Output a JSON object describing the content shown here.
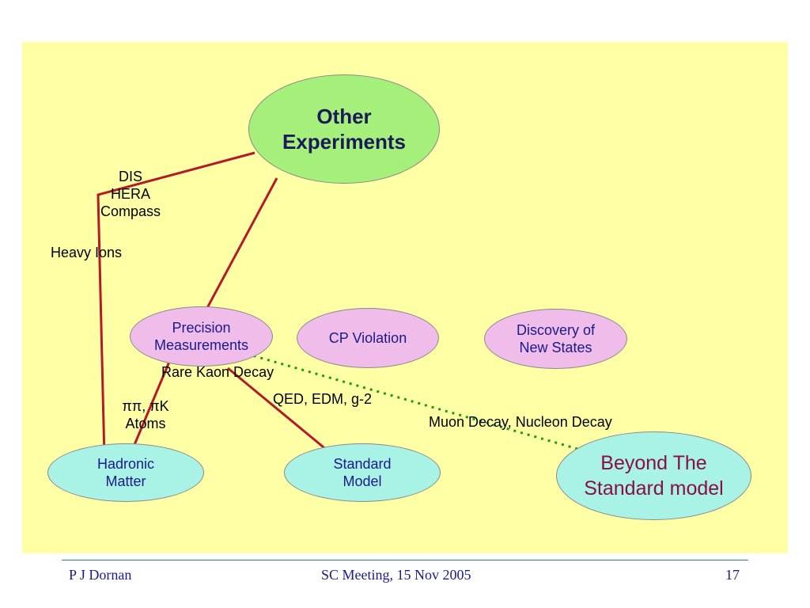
{
  "nodes": {
    "other_experiments": "Other\nExperiments",
    "precision": "Precision\nMeasurements",
    "cp_violation": "CP Violation",
    "discovery": "Discovery of\nNew States",
    "hadronic": "Hadronic\nMatter",
    "standard_model": "Standard\nModel",
    "beyond": "Beyond The\nStandard model"
  },
  "edge_labels": {
    "dis": "DIS\nHERA\nCompass",
    "heavy_ions": "Heavy Ions",
    "rare_kaon": "Rare Kaon Decay",
    "pipi": "ππ, πK\nAtoms",
    "qed": "QED, EDM, g-2",
    "muon": "Muon Decay, Nucleon Decay"
  },
  "footer": {
    "author": "P J Dornan",
    "meeting": "SC Meeting, 15 Nov 2005",
    "page": "17"
  },
  "colors": {
    "background": "#ffffa6",
    "arrow_red": "#b41a28",
    "arrow_green": "#1a9a1a",
    "node_text": "#1a1a8a",
    "beyond_text": "#8a1040"
  }
}
